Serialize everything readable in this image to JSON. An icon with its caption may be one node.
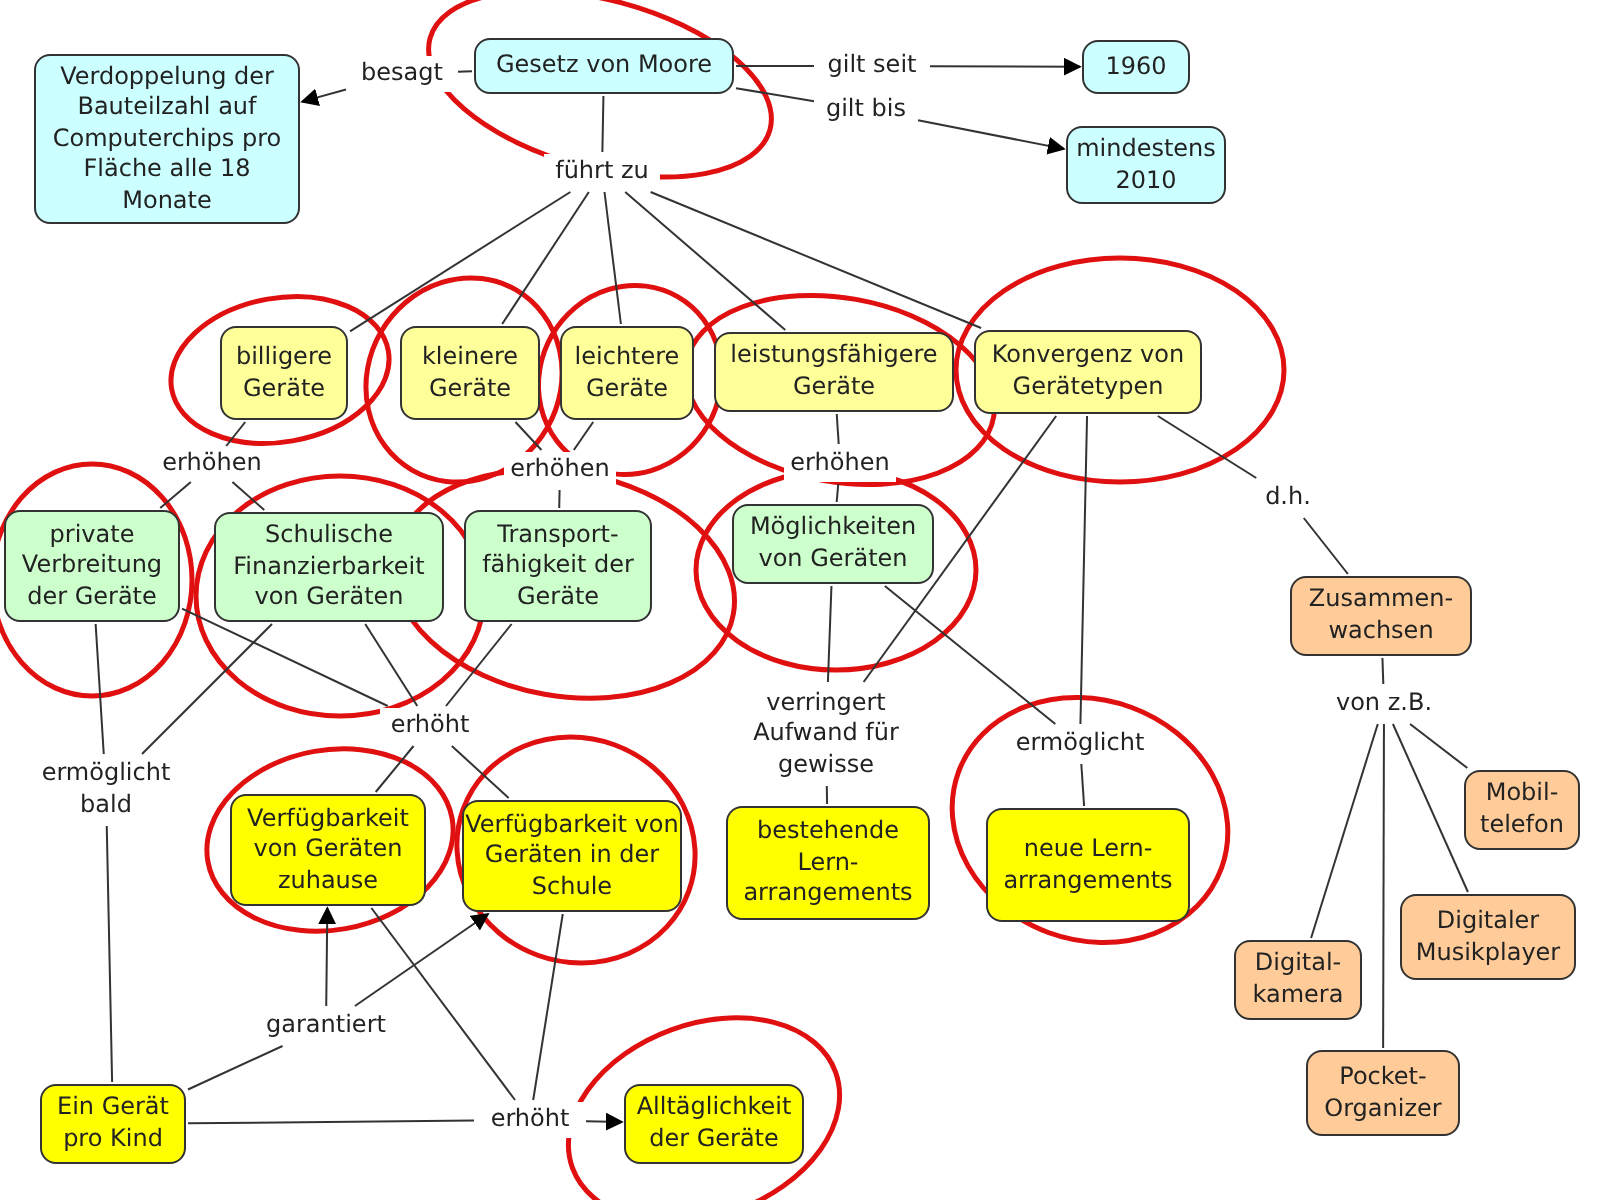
{
  "diagram": {
    "nodes": [
      {
        "text": [
          "Gesetz von Moore"
        ]
      },
      {
        "text": [
          "besagt"
        ]
      },
      {
        "text": [
          "Verdoppelung der Bauteilzahl auf Computerchips pro Fläche alle 18 Monate"
        ]
      },
      {
        "text": [
          "gilt seit"
        ]
      },
      {
        "text": [
          "1960"
        ]
      },
      {
        "text": [
          "gilt bis"
        ]
      },
      {
        "text": [
          "mindestens 2010"
        ]
      },
      {
        "text": [
          "führt zu"
        ]
      },
      {
        "text": [
          "billigere Geräte"
        ]
      },
      {
        "text": [
          "kleinere Geräte"
        ]
      },
      {
        "text": [
          "leichtere Geräte"
        ]
      },
      {
        "text": [
          "leistungsfähigere Geräte"
        ]
      },
      {
        "text": [
          "Konvergenz von Gerätetypen"
        ]
      },
      {
        "text": [
          "erhöhen"
        ]
      },
      {
        "text": [
          "erhöhen"
        ]
      },
      {
        "text": [
          "erhöhen"
        ]
      },
      {
        "text": [
          "private Verbreitung der Geräte"
        ]
      },
      {
        "text": [
          "Schulische Finanzierbarkeit von Geräten"
        ]
      },
      {
        "text": [
          "Transport-fähigkeit der Geräte"
        ]
      },
      {
        "text": [
          "Möglichkeiten von Geräten"
        ]
      },
      {
        "text": [
          "d.h."
        ]
      },
      {
        "text": [
          "Zusammen-wachsen"
        ]
      },
      {
        "text": [
          "erhöht"
        ]
      },
      {
        "text": [
          "verringert Aufwand für gewisse"
        ]
      },
      {
        "text": [
          "ermöglicht"
        ]
      },
      {
        "text": [
          "von z.B."
        ]
      },
      {
        "text": [
          "ermöglicht bald"
        ]
      },
      {
        "text": [
          "Verfügbarkeit von Geräten zuhause"
        ]
      },
      {
        "text": [
          "Verfügbarkeit von Geräten in der Schule"
        ]
      },
      {
        "text": [
          "bestehende Lern-arrangements"
        ]
      },
      {
        "text": [
          "neue Lern-arrangements"
        ]
      },
      {
        "text": [
          "Mobil-telefon"
        ]
      },
      {
        "text": [
          "Digitaler Musikplayer"
        ]
      },
      {
        "text": [
          "Digital-kamera"
        ]
      },
      {
        "text": [
          "garantiert"
        ]
      },
      {
        "text": [
          "erhöht"
        ]
      },
      {
        "text": [
          "Pocket-Organizer"
        ]
      },
      {
        "text": [
          "Ein Gerät pro Kind"
        ]
      },
      {
        "text": [
          "Alltäglichkeit der Geräte"
        ]
      }
    ],
    "edges": [
      {
        "from": 0,
        "to": 1,
        "arrow": "none"
      },
      {
        "from": 1,
        "to": 2,
        "arrow": "to"
      },
      {
        "from": 0,
        "to": 3,
        "arrow": "none"
      },
      {
        "from": 3,
        "to": 4,
        "arrow": "to"
      },
      {
        "from": 0,
        "to": 5,
        "arrow": "none"
      },
      {
        "from": 5,
        "to": 6,
        "arrow": "to"
      },
      {
        "from": 0,
        "to": 7,
        "arrow": "none"
      },
      {
        "from": 7,
        "to": 8,
        "arrow": "none"
      },
      {
        "from": 7,
        "to": 9,
        "arrow": "none"
      },
      {
        "from": 7,
        "to": 10,
        "arrow": "none"
      },
      {
        "from": 7,
        "to": 11,
        "arrow": "none"
      },
      {
        "from": 7,
        "to": 12,
        "arrow": "none"
      },
      {
        "from": 8,
        "to": 13,
        "arrow": "none"
      },
      {
        "from": 13,
        "to": 16,
        "arrow": "none"
      },
      {
        "from": 13,
        "to": 17,
        "arrow": "none"
      },
      {
        "from": 9,
        "to": 14,
        "arrow": "none"
      },
      {
        "from": 10,
        "to": 14,
        "arrow": "none"
      },
      {
        "from": 14,
        "to": 18,
        "arrow": "none"
      },
      {
        "from": 11,
        "to": 15,
        "arrow": "none"
      },
      {
        "from": 15,
        "to": 19,
        "arrow": "none"
      },
      {
        "from": 12,
        "to": 20,
        "arrow": "none"
      },
      {
        "from": 20,
        "to": 21,
        "arrow": "none"
      },
      {
        "from": 16,
        "to": 22,
        "arrow": "none"
      },
      {
        "from": 17,
        "to": 22,
        "arrow": "none"
      },
      {
        "from": 18,
        "to": 22,
        "arrow": "none"
      },
      {
        "from": 22,
        "to": 27,
        "arrow": "none"
      },
      {
        "from": 22,
        "to": 28,
        "arrow": "none"
      },
      {
        "from": 19,
        "to": 23,
        "arrow": "none"
      },
      {
        "from": 12,
        "to": 23,
        "arrow": "none"
      },
      {
        "from": 23,
        "to": 29,
        "arrow": "none"
      },
      {
        "from": 19,
        "to": 24,
        "arrow": "none"
      },
      {
        "from": 12,
        "to": 24,
        "arrow": "none"
      },
      {
        "from": 24,
        "to": 30,
        "arrow": "none"
      },
      {
        "from": 21,
        "to": 25,
        "arrow": "none"
      },
      {
        "from": 25,
        "to": 31,
        "arrow": "none"
      },
      {
        "from": 25,
        "to": 32,
        "arrow": "none"
      },
      {
        "from": 25,
        "to": 33,
        "arrow": "none"
      },
      {
        "from": 25,
        "to": 36,
        "arrow": "none"
      },
      {
        "from": 37,
        "to": 26,
        "arrow": "none"
      },
      {
        "from": 26,
        "to": 16,
        "arrow": "none"
      },
      {
        "from": 26,
        "to": 17,
        "arrow": "none"
      },
      {
        "from": 37,
        "to": 34,
        "arrow": "none"
      },
      {
        "from": 34,
        "to": 27,
        "arrow": "to"
      },
      {
        "from": 34,
        "to": 28,
        "arrow": "to"
      },
      {
        "from": 27,
        "to": 35,
        "arrow": "none"
      },
      {
        "from": 28,
        "to": 35,
        "arrow": "none"
      },
      {
        "from": 37,
        "to": 35,
        "arrow": "none"
      },
      {
        "from": 35,
        "to": 38,
        "arrow": "to"
      }
    ]
  }
}
